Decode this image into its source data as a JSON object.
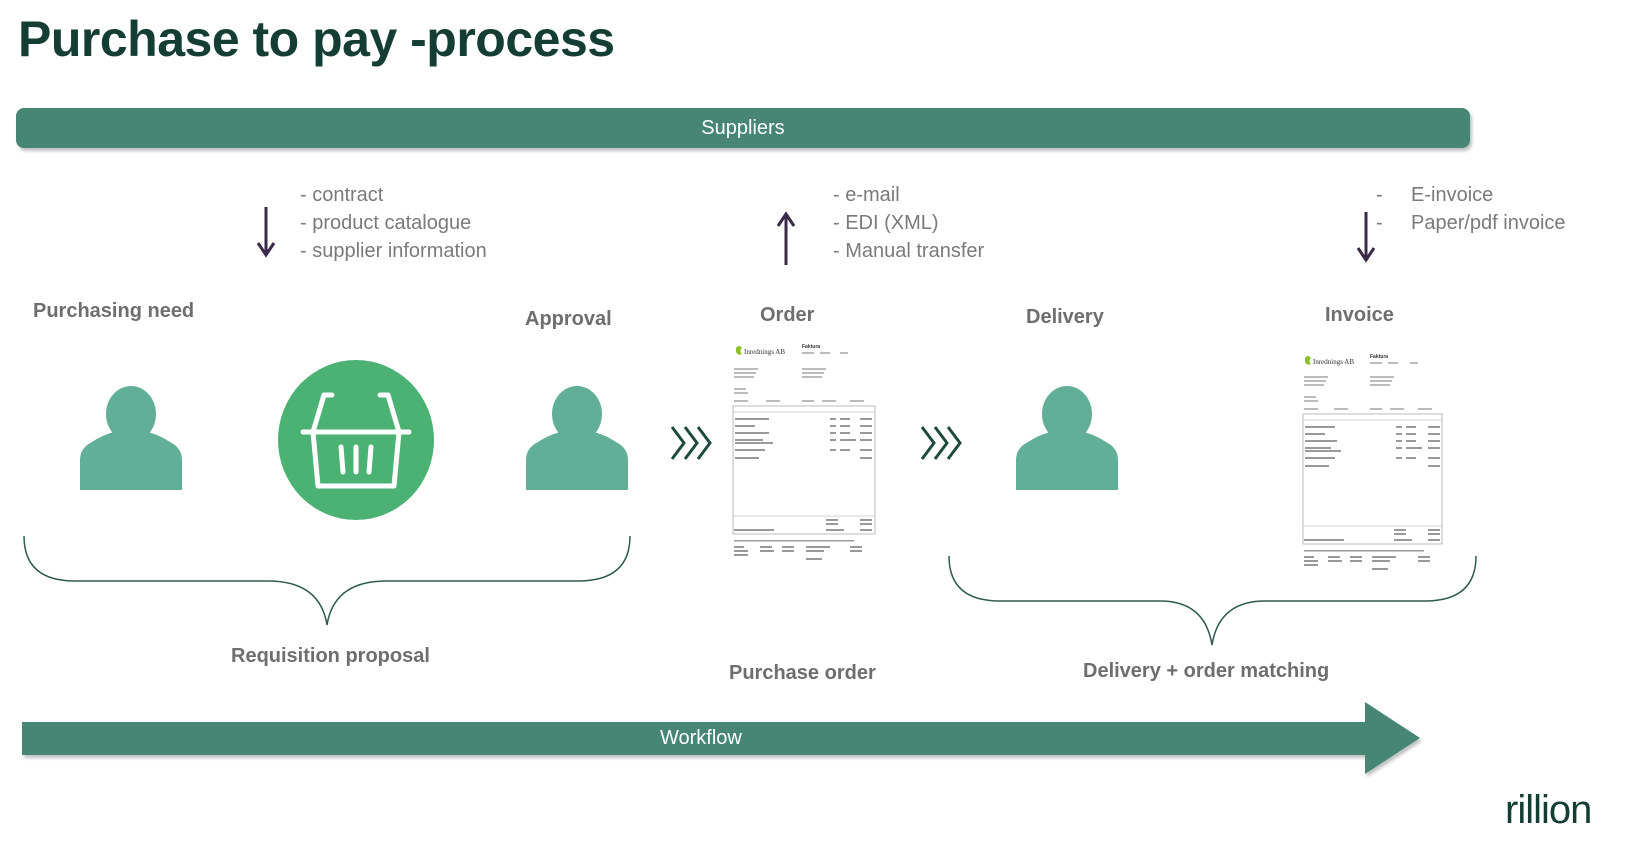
{
  "title": "Purchase to pay -process",
  "suppliers_label": "Suppliers",
  "supplier_inputs": {
    "direction": "down",
    "items": [
      "- contract",
      "- product catalogue",
      "- supplier information"
    ]
  },
  "order_channels": {
    "direction": "up",
    "items": [
      "- e-mail",
      "- EDI (XML)",
      "- Manual transfer"
    ]
  },
  "invoice_channels": {
    "direction": "down",
    "items": [
      {
        "bullet": "-",
        "text": "E-invoice"
      },
      {
        "bullet": "-",
        "text": "Paper/pdf invoice"
      }
    ]
  },
  "steps": [
    {
      "label": "Purchasing need",
      "icon": "person-icon"
    },
    {
      "label": "",
      "icon": "shopping-basket-icon"
    },
    {
      "label": "Approval",
      "icon": "person-icon"
    },
    {
      "label": "Order",
      "icon": "order-document-icon"
    },
    {
      "label": "Delivery",
      "icon": "person-icon"
    },
    {
      "label": "Invoice",
      "icon": "invoice-document-icon"
    }
  ],
  "groups": [
    {
      "label": "Requisition proposal"
    },
    {
      "label": "Purchase order"
    },
    {
      "label": "Delivery + order matching"
    }
  ],
  "document": {
    "company": "Inrednings AB",
    "doc_type": "Faktura"
  },
  "workflow_label": "Workflow",
  "brand": "rillion",
  "colors": {
    "title": "#143d33",
    "bar": "#478675",
    "person": "#62af98",
    "basket_circle": "#4bb273",
    "arrow": "#3a2a4a",
    "chevron": "#1e4a3e",
    "text_gray": "#6e6e6e"
  }
}
